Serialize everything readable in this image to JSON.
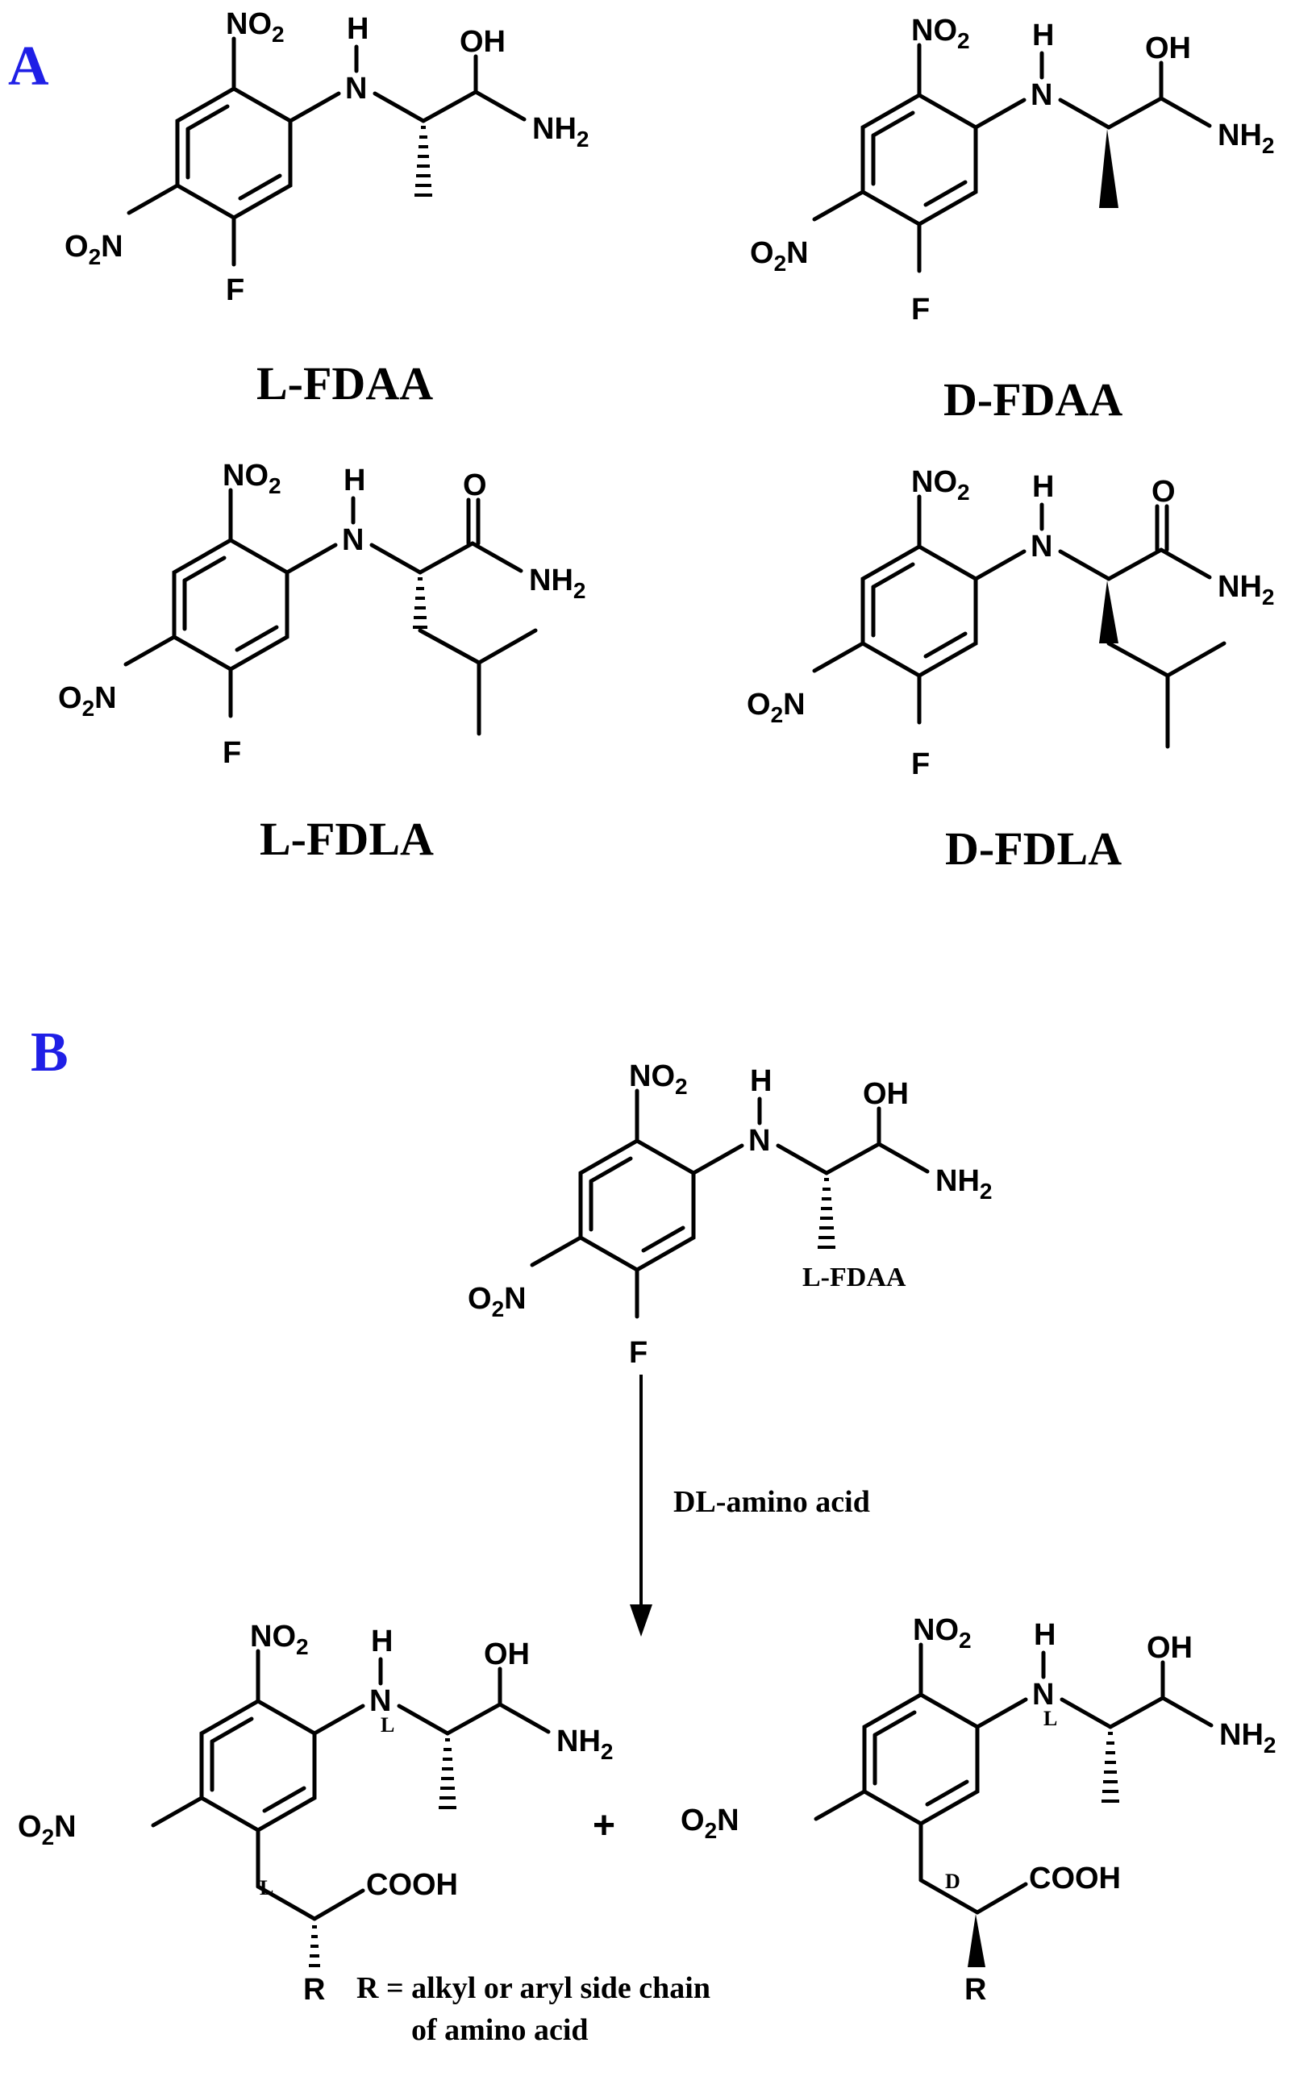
{
  "panels": {
    "a_label": "A",
    "b_label": "B"
  },
  "molecules": {
    "l_fdaa": "L-FDAA",
    "d_fdaa": "D-FDAA",
    "l_fdla": "L-FDLA",
    "d_fdla": "D-FDLA",
    "reactant_label": "L-FDAA"
  },
  "atoms": {
    "no2": "NO",
    "no2_sub": "2",
    "o2n_o": "O",
    "o2n_sub": "2",
    "o2n_n": "N",
    "h": "H",
    "n": "N",
    "oh": "OH",
    "nh2": "NH",
    "nh2_sub": "2",
    "f": "F",
    "o": "O",
    "cooh": "COOH",
    "r": "R",
    "l_config": "L",
    "d_config": "D"
  },
  "reaction": {
    "reagent": "DL-amino acid",
    "plus": "+",
    "footnote_line1": "R = alkyl or aryl side chain",
    "footnote_line2": "of amino acid"
  },
  "colors": {
    "panel_label": "#1f1fe6",
    "ink": "#000000"
  }
}
